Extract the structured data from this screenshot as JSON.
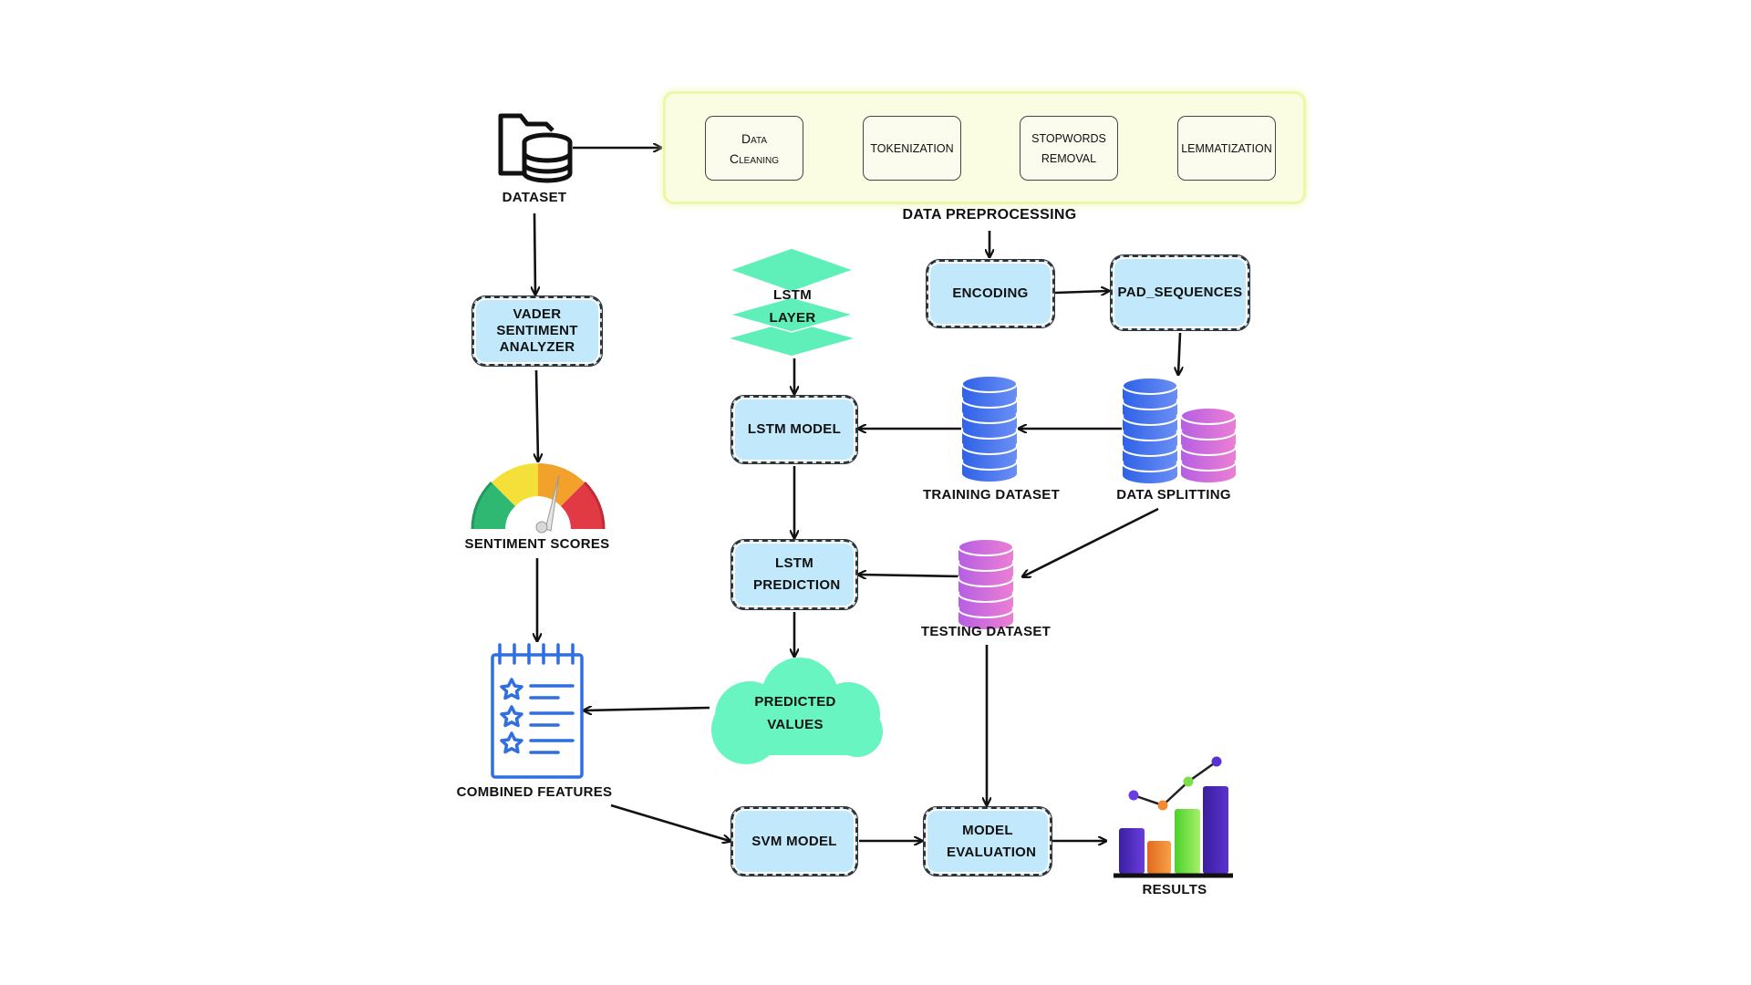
{
  "nodes": {
    "dataset": "DATASET",
    "data_cleaning": "Data Cleaning",
    "tokenization": "TOKENIZATION",
    "stopwords_removal": "STOPWORDS REMOVAL",
    "lemmatization": "LEMMATIZATION",
    "data_preprocessing": "DATA PREPROCESSING",
    "vader": "VADER SENTIMENT ANALYZER",
    "lstm_layer": "LSTM LAYER",
    "encoding": "ENCODING",
    "pad_sequences": "PAD_SEQUENCES",
    "lstm_model": "LSTM MODEL",
    "training_dataset": "TRAINING DATASET",
    "data_splitting": "DATA SPLITTING",
    "sentiment_scores": "SENTIMENT SCORES",
    "lstm_prediction": "LSTM PREDICTION",
    "testing_dataset": "TESTING DATASET",
    "predicted_values": "PREDICTED VALUES",
    "combined_features": "COMBINED FEATURES",
    "svm_model": "SVM MODEL",
    "model_evaluation": "MODEL EVALUATION",
    "results": "RESULTS"
  },
  "colors": {
    "box_fill": "#c1e9fb",
    "panel_fill": "#fafde2",
    "panel_border": "#edf7a6",
    "lstm_layer": "#5ef0b8",
    "cloud": "#68f5c2",
    "db_blue": "#3f74f0",
    "db_pink": "#d06ad9",
    "notepad": "#2f6fe0",
    "gauge_green": "#2fb872",
    "gauge_yellow": "#f5e03a",
    "gauge_orange": "#f2a22a",
    "gauge_red": "#e23a45"
  },
  "icons": [
    "folder-database-icon",
    "stacked-layers-icon",
    "database-icon",
    "gauge-icon",
    "notepad-stars-icon",
    "cloud-icon",
    "bar-chart-icon"
  ]
}
